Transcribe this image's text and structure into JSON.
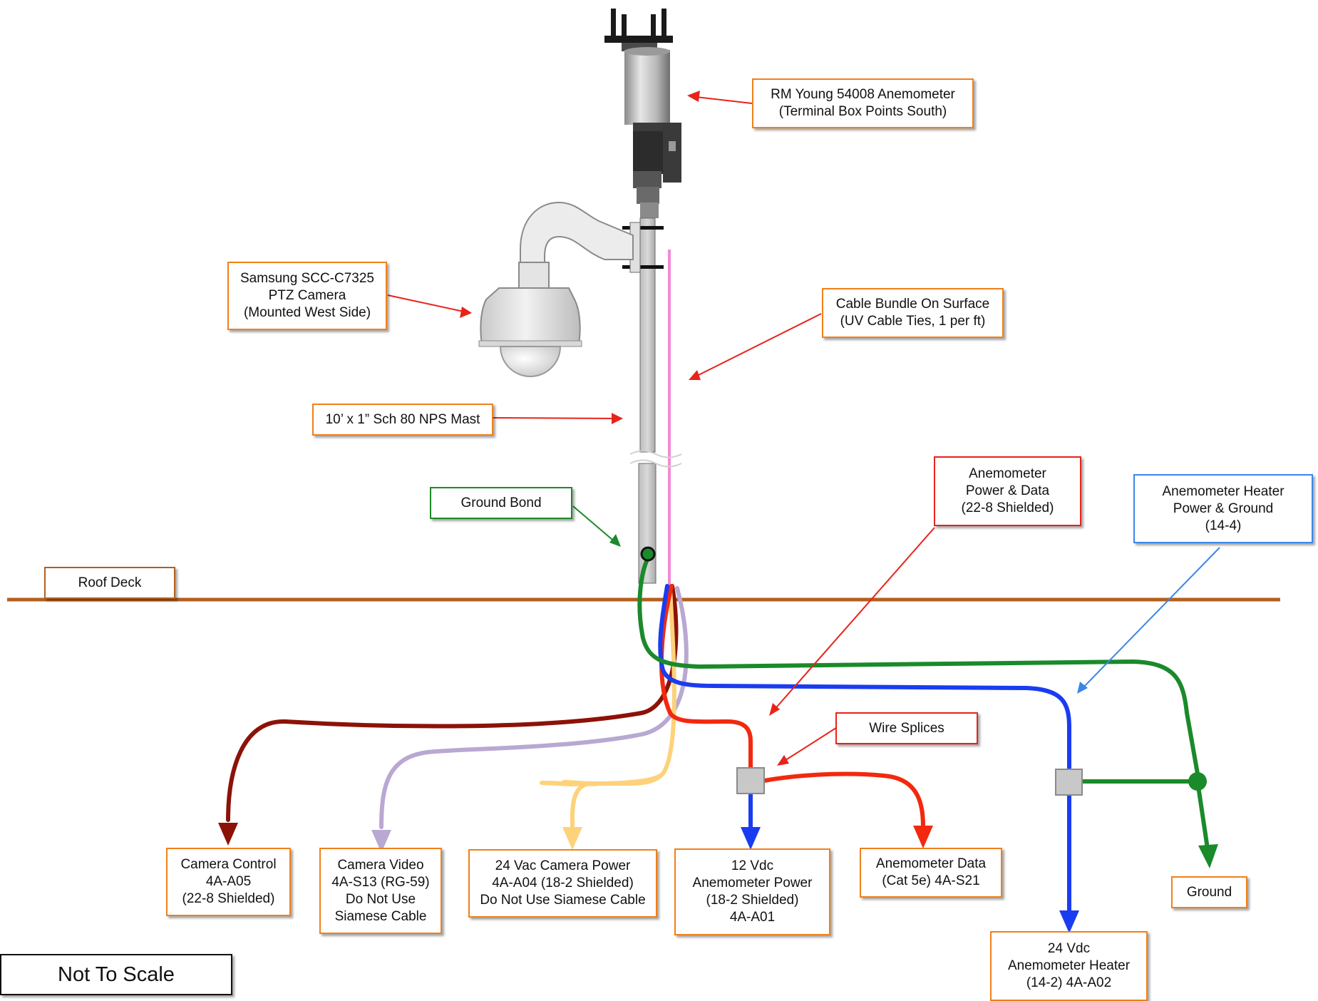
{
  "colors": {
    "callout_border": "#f0801a",
    "arrow_red": "#e8231a",
    "roof_deck": "#b35f1e",
    "ground_green": "#1a8a2a",
    "heater_blue": "#1a3cf0",
    "camera_control_darkred": "#8c1208",
    "camera_video_lavender": "#b9a8d2",
    "camera_power_yellow": "#fdd27a",
    "cable_bundle_pink": "#f28ad6",
    "splice_gray": "#c8c8c8"
  },
  "labels": {
    "anemometer": [
      "RM Young 54008 Anemometer",
      "(Terminal Box Points South)"
    ],
    "camera": [
      "Samsung SCC-C7325",
      "PTZ Camera",
      "(Mounted West Side)"
    ],
    "cable_bundle": [
      "Cable Bundle On Surface",
      "(UV Cable Ties, 1 per ft)"
    ],
    "mast": [
      "10’ x 1” Sch 80 NPS Mast"
    ],
    "ground_bond": [
      "Ground Bond"
    ],
    "roof_deck": [
      "Roof Deck"
    ],
    "anemometer_power_data": [
      "Anemometer",
      "Power & Data",
      "(22-8 Shielded)"
    ],
    "anemometer_heater": [
      "Anemometer Heater",
      "Power & Ground",
      "(14-4)"
    ],
    "wire_splices": [
      "Wire Splices"
    ],
    "camera_control": [
      "Camera Control",
      "4A-A05",
      "(22-8 Shielded)"
    ],
    "camera_video": [
      "Camera Video",
      "4A-S13 (RG-59)",
      "Do Not Use",
      "Siamese Cable"
    ],
    "camera_power": [
      "24 Vac Camera Power",
      "4A-A04 (18-2 Shielded)",
      "Do Not Use Siamese Cable"
    ],
    "anemometer_power_12": [
      "12 Vdc",
      "Anemometer Power",
      "(18-2 Shielded)",
      "4A-A01"
    ],
    "anemometer_data": [
      "Anemometer Data",
      "(Cat 5e) 4A-S21"
    ],
    "ground": [
      "Ground"
    ],
    "heater_24": [
      "24 Vdc",
      "Anemometer Heater",
      "(14-2) 4A-A02"
    ],
    "not_to_scale": [
      "Not To Scale"
    ]
  }
}
